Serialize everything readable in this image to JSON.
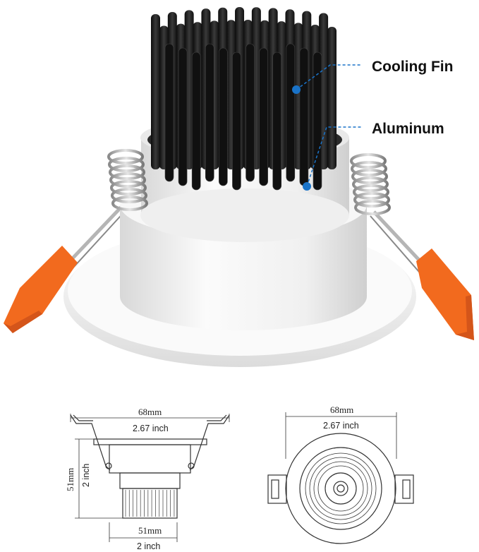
{
  "callouts": {
    "cooling_fin": "Cooling Fin",
    "aluminum": "Aluminum"
  },
  "side_view": {
    "top_width_mm": "68mm",
    "top_width_in": "2.67 inch",
    "height_mm": "51mm",
    "height_in": "2 inch",
    "bottom_width_mm": "51mm",
    "bottom_width_in": "2 inch"
  },
  "top_view": {
    "width_mm": "68mm",
    "width_in": "2.67 inch"
  },
  "colors": {
    "clip_orange": "#f26a1e",
    "heatsink_black": "#1b1b1b",
    "body_white": "#f4f4f4",
    "callout_blue": "#1a73c8"
  }
}
